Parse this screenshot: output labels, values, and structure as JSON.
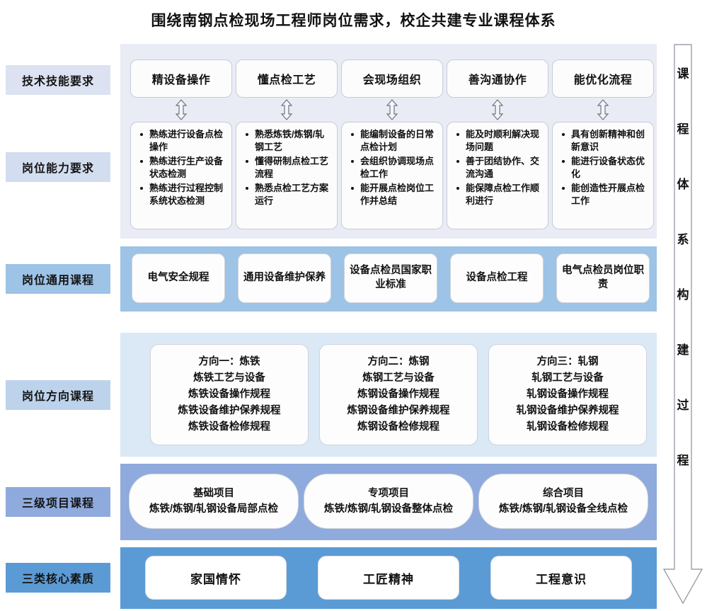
{
  "title": "围绕南钢点检现场工程师岗位需求，校企共建专业课程体系",
  "palette": {
    "band_skills": "#E9EBF5",
    "band_general": "#9DC3E6",
    "band_direction": "#DBE8F5",
    "band_project": "#8FAADC",
    "band_core": "#5B9BD5",
    "label_1": "#DCE2F1",
    "label_2": "#D3DDF0",
    "label_3": "#9DC3E6",
    "label_4": "#BDD3EC",
    "label_5": "#8FAADC",
    "label_6": "#5B9BD5",
    "box_fill": "#FCFCFD",
    "box_border": "#C9CCD6"
  },
  "row_labels": [
    {
      "key": "skills",
      "text": "技术技能要求"
    },
    {
      "key": "capability",
      "text": "岗位能力要求"
    },
    {
      "key": "general",
      "text": "岗位通用课程"
    },
    {
      "key": "direction",
      "text": "岗位方向课程"
    },
    {
      "key": "project",
      "text": "三级项目课程"
    },
    {
      "key": "core",
      "text": "三类核心素质"
    }
  ],
  "skills": [
    {
      "label": "精设备操作"
    },
    {
      "label": "懂点检工艺"
    },
    {
      "label": "会现场组织"
    },
    {
      "label": "善沟通协作"
    },
    {
      "label": "能优化流程"
    }
  ],
  "connector_icon": "double-headed-vertical-arrow",
  "capabilities": [
    {
      "items": [
        "熟练进行设备点检操作",
        "熟练进行生产设备状态检测",
        "熟练进行过程控制系统状态检测"
      ]
    },
    {
      "items": [
        "熟悉炼铁/炼钢/轧钢工艺",
        "懂得研制点检工艺流程",
        "熟悉点检工艺方案运行"
      ]
    },
    {
      "items": [
        "能编制设备的日常点检计划",
        "会组织协调现场点检工作",
        "能开展点检岗位工作并总结"
      ]
    },
    {
      "items": [
        "能及时顺利解决现场问题",
        "善于团结协作、交流沟通",
        "能保障点检工作顺利进行"
      ]
    },
    {
      "items": [
        "具有创新精神和创新意识",
        "能进行设备状态优化",
        "能创造性开展点检工作"
      ]
    }
  ],
  "general_courses": [
    {
      "label": "电气安全规程"
    },
    {
      "label": "通用设备维护保养"
    },
    {
      "label": "设备点检员国家职业标准"
    },
    {
      "label": "设备点检工程"
    },
    {
      "label": "电气点检员岗位职责"
    }
  ],
  "direction_courses": [
    {
      "heading": "方向一：炼铁",
      "lines": [
        "炼铁工艺与设备",
        "炼铁设备操作规程",
        "炼铁设备维护保养规程",
        "炼铁设备检修规程"
      ]
    },
    {
      "heading": "方向二：炼钢",
      "lines": [
        "炼钢工艺与设备",
        "炼钢设备操作规程",
        "炼钢设备维护保养规程",
        "炼钢设备检修规程"
      ]
    },
    {
      "heading": "方向三：轧钢",
      "lines": [
        "轧钢工艺与设备",
        "轧钢设备操作规程",
        "轧钢设备维护保养规程",
        "轧钢设备检修规程"
      ]
    }
  ],
  "project_courses": [
    {
      "heading": "基础项目",
      "detail": "炼铁/炼钢/轧钢设备局部点检"
    },
    {
      "heading": "专项项目",
      "detail": "炼铁/炼钢/轧钢设备整体点检"
    },
    {
      "heading": "综合项目",
      "detail": "炼铁/炼钢/轧钢设备全线点检"
    }
  ],
  "core_qualities": [
    {
      "label": "家国情怀"
    },
    {
      "label": "工匠精神"
    },
    {
      "label": "工程意识"
    }
  ],
  "process_arrow": {
    "characters": [
      "课",
      "程",
      "体",
      "系",
      "构",
      "建",
      "过",
      "程"
    ],
    "direction": "down"
  }
}
